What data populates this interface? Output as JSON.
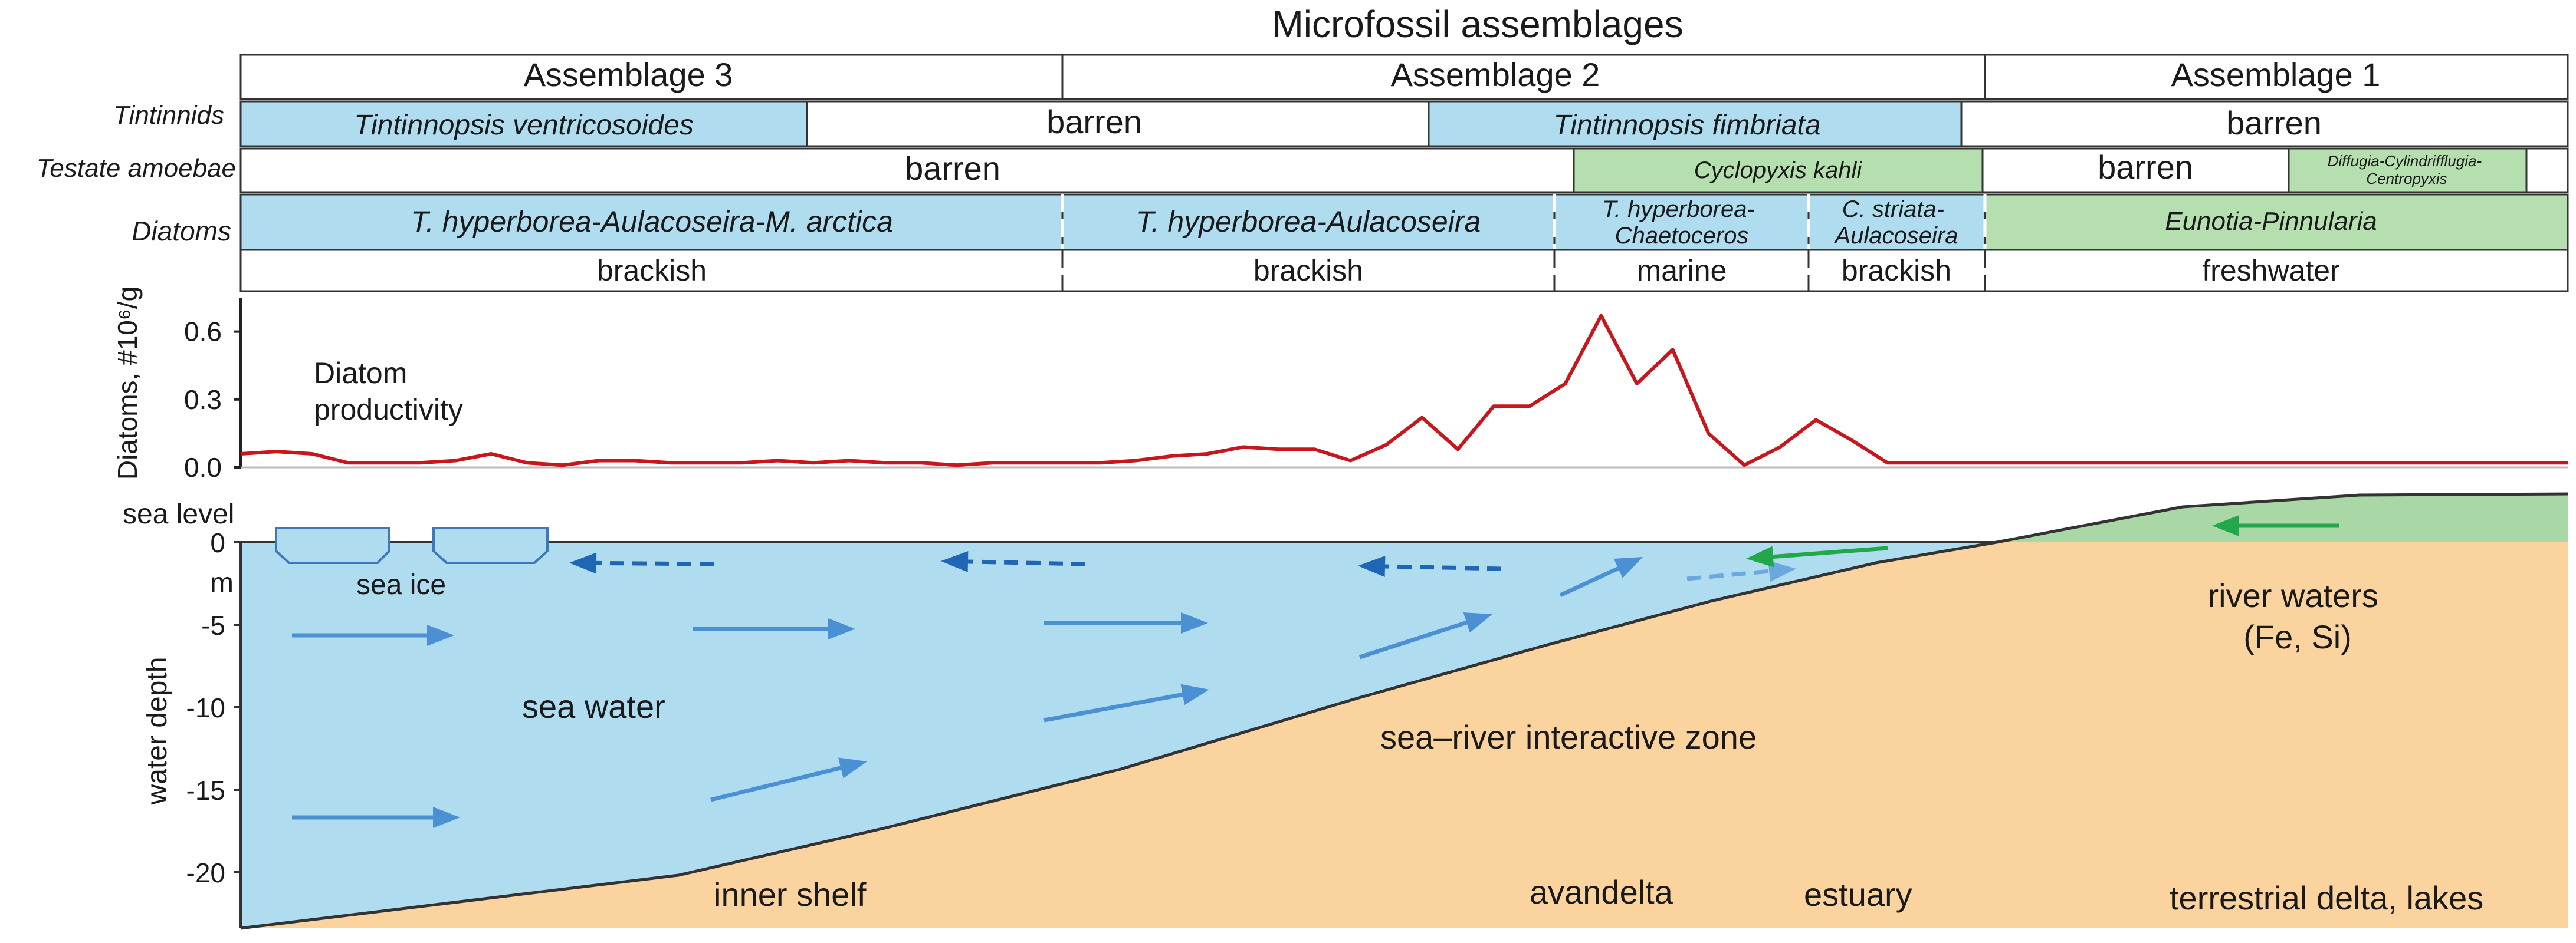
{
  "title": "Microfossil assemblages",
  "assemblage_row": [
    {
      "label": "Assemblage 3"
    },
    {
      "label": "Assemblage 2"
    },
    {
      "label": "Assemblage 1"
    }
  ],
  "row_labels": {
    "tintinnids": "Tintinnids",
    "testate": "Testate amoebae",
    "diatoms": "Diatoms"
  },
  "tintinnids": [
    {
      "label": "Tintinnopsis ventricosoides",
      "fill": "blue",
      "italic": true
    },
    {
      "label": "barren",
      "fill": "none",
      "italic": false
    },
    {
      "label": "Tintinnopsis fimbriata",
      "fill": "blue",
      "italic": true
    },
    {
      "label": "barren",
      "fill": "none",
      "italic": false
    }
  ],
  "testate": [
    {
      "label": "barren",
      "fill": "none",
      "italic": false
    },
    {
      "label": "Cyclopyxis kahli",
      "fill": "green",
      "italic": true
    },
    {
      "label": "barren",
      "fill": "none",
      "italic": false
    },
    {
      "label": "Diffugia-Cylindrifflugia-\nCentropyxis",
      "fill": "green",
      "italic": true
    }
  ],
  "diatom_zones": [
    {
      "label": "T. hyperborea-Aulacoseira-M. arctica",
      "fill": "blue"
    },
    {
      "label": "T. hyperborea-Aulacoseira",
      "fill": "blue"
    },
    {
      "label": "T. hyperborea-\nChaetoceros",
      "fill": "blue"
    },
    {
      "label": "C. striata-\nAulacoseira",
      "fill": "blue"
    },
    {
      "label": "Eunotia-Pinnularia",
      "fill": "green"
    }
  ],
  "salinity": [
    "brackish",
    "brackish",
    "marine",
    "brackish",
    "freshwater"
  ],
  "chart_data": {
    "type": "line",
    "ylabel": "Diatoms, #10⁶/g",
    "annotation": "Diatom\nproductivity",
    "ylim": [
      0,
      0.75
    ],
    "yticks": [
      "0.0",
      "0.3",
      "0.6"
    ],
    "ytick_values": [
      0,
      0.3,
      0.6
    ],
    "series": [
      {
        "values": [
          0.06,
          0.07,
          0.06,
          0.02,
          0.02,
          0.02,
          0.03,
          0.06,
          0.02,
          0.01,
          0.03,
          0.03,
          0.02,
          0.02,
          0.02,
          0.03,
          0.02,
          0.03,
          0.02,
          0.02,
          0.01,
          0.02,
          0.02,
          0.02,
          0.02,
          0.03,
          0.05,
          0.06,
          0.09,
          0.08,
          0.08,
          0.03,
          0.1,
          0.22,
          0.08,
          0.27,
          0.27,
          0.37,
          0.67,
          0.37,
          0.52,
          0.15,
          0.01,
          0.09,
          0.21,
          0.12,
          0.02,
          0.02,
          0.02,
          0.02,
          0.02,
          0.02,
          0.02,
          0.02,
          0.02,
          0.02,
          0.02,
          0.02,
          0.02,
          0.02,
          0.02,
          0.02,
          0.02,
          0.02,
          0.02,
          0.02
        ]
      }
    ],
    "color": "#c8161d"
  },
  "profile": {
    "ylabel": "water depth",
    "sea_level_label": "sea level",
    "unit": "m",
    "yticks": [
      "0",
      "-5",
      "-10",
      "-15",
      "-20"
    ],
    "labels": {
      "sea_ice": "sea ice",
      "sea_water": "sea water",
      "interactive_zone": "sea–river interactive zone",
      "river_waters": "river waters\n(Fe, Si)",
      "inner_shelf": "inner shelf",
      "avandelta": "avandelta",
      "estuary": "estuary",
      "terrestrial": "terrestrial delta, lakes"
    },
    "colors": {
      "sea": "#b0dcf0",
      "land": "#fad39e",
      "river": "#a9d8a6",
      "blue_arrow": "#4a90d2",
      "dark_blue_arrow": "#1f66b4",
      "green_arrow": "#22a84a",
      "zone_blue": "#b0dcf0",
      "zone_green": "#b5dfae"
    }
  }
}
